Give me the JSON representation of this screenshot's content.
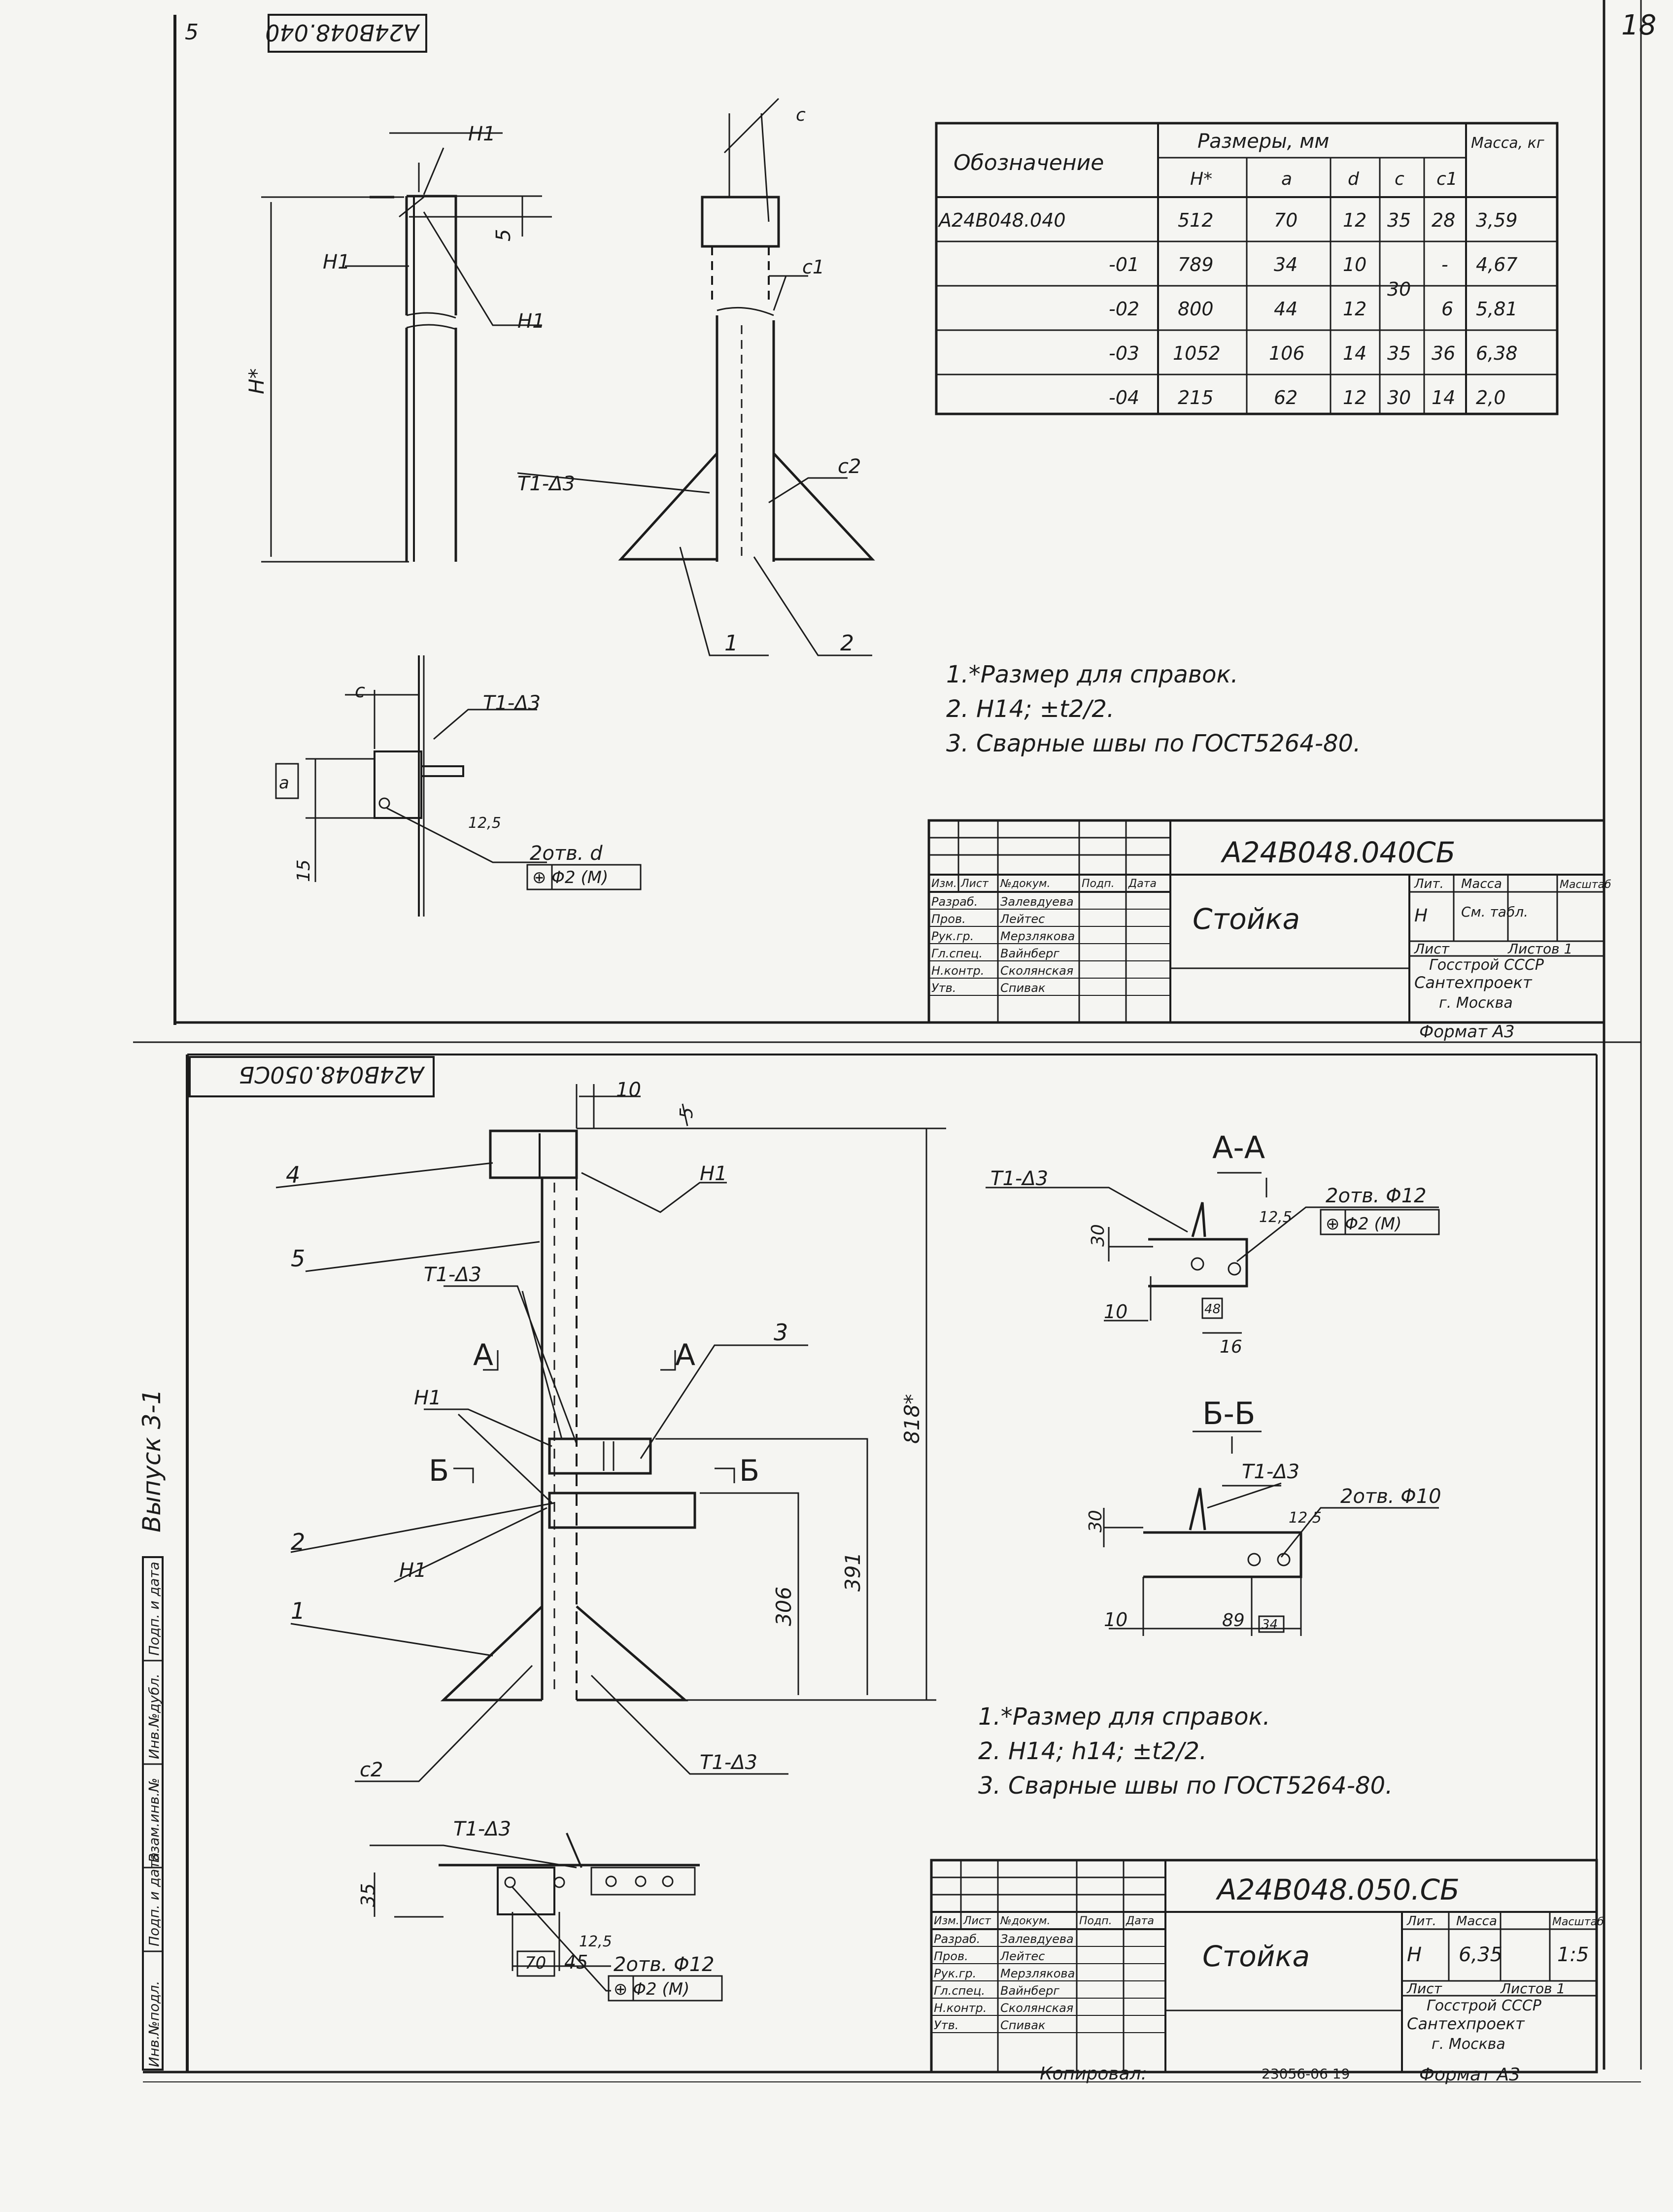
{
  "page_number": "18",
  "side": {
    "vypusk": "Выпуск 3-1",
    "stamp_cols": [
      "Инв.№подл.",
      "Подп. и дата",
      "Взам.инв.№",
      "Инв.№дубл.",
      "Подп. и дата"
    ]
  },
  "sheet1": {
    "top_code_mirrored": "А24В048.040",
    "top_number": "5",
    "table": {
      "h_designation": "Обозначение",
      "h_dims": "Размеры, мм",
      "h_mass": "Масса, кг",
      "subheaders": [
        "H*",
        "a",
        "d",
        "c",
        "c1"
      ],
      "rows": [
        {
          "des": "А24В048.040",
          "H": "512",
          "a": "70",
          "d": "12",
          "c": "35",
          "c1": "28",
          "m": "3,59"
        },
        {
          "des": "-01",
          "H": "789",
          "a": "34",
          "d": "10",
          "c": "",
          "c1": "-",
          "m": "4,67"
        },
        {
          "des": "-02",
          "H": "800",
          "a": "44",
          "d": "12",
          "c": "30",
          "c1": "6",
          "m": "5,81"
        },
        {
          "des": "-03",
          "H": "1052",
          "a": "106",
          "d": "14",
          "c": "35",
          "c1": "36",
          "m": "6,38"
        },
        {
          "des": "-04",
          "H": "215",
          "a": "62",
          "d": "12",
          "c": "30",
          "c1": "14",
          "m": "2,0"
        }
      ]
    },
    "labels": {
      "h1a": "H1",
      "h1b": "H1",
      "h1c": "H1",
      "five": "5",
      "hstar": "H*",
      "c1": "c1",
      "weld": "T1-Δ3",
      "c2": "c2",
      "p1": "1",
      "p2": "2",
      "c": "c",
      "a": "a",
      "fifteen": "15",
      "r125": "12,5",
      "holes": "2отв. d",
      "tol": "⊕ Φ2 (M)"
    },
    "notes": [
      "1.*Размер для справок.",
      "2. H14; ±t2/2.",
      "3. Сварные швы по ГОСТ5264-80."
    ],
    "title_block": {
      "code": "А24В048.040СБ",
      "name": "Стойка",
      "heads": [
        "Изм.",
        "Лист",
        "№докум.",
        "Подп.",
        "Дата"
      ],
      "roles": [
        "Разраб.",
        "Пров.",
        "Рук.гр.",
        "Гл.спец.",
        "Н.контр.",
        "Утв."
      ],
      "people": [
        "Залевдуева",
        "Лейтес",
        "Мерзлякова",
        "Вайнберг",
        "Сколянская",
        "Спивак"
      ],
      "lit": "Лит.",
      "mass": "Масса",
      "scale": "Масштаб",
      "lit_val": "Н",
      "mass_val": "См. табл.",
      "sheet": "Лист",
      "sheets": "Листов 1",
      "org": [
        "Госстрой СССР",
        "Сантехпроект",
        "г. Москва"
      ],
      "format": "Формат А3"
    }
  },
  "sheet2": {
    "top_code_mirrored": "А24В048.050СБ",
    "sections": {
      "aa": "А-А",
      "bb": "Б-Б"
    },
    "labels": {
      "ten": "10",
      "five": "5",
      "p4": "4",
      "h1top": "H1",
      "p5": "5",
      "weld1": "T1-Δ3",
      "A": "А",
      "p3": "3",
      "h1mid": "H1",
      "B": "Б",
      "p2": "2",
      "h1low": "H1",
      "p1": "1",
      "d818": "818*",
      "d391": "391",
      "d306": "306",
      "c2": "c2",
      "weld2": "T1-Δ3",
      "weld3": "T1-Δ3",
      "d35": "35",
      "d70": "70",
      "d45": "45",
      "r125": "12,5",
      "holes12": "2отв. Φ12",
      "tol": "⊕ Φ2 (M)",
      "aa_weld": "T1-Δ3",
      "aa_30": "30",
      "aa_10": "10",
      "aa_box": "48",
      "aa_16": "16",
      "aa_r": "12,5",
      "aa_holes": "2отв. Φ12",
      "aa_tol": "⊕ Φ2 (M)",
      "bb_weld": "T1-Δ3",
      "bb_30": "30",
      "bb_r": "12,5",
      "bb_holes": "2отв. Φ10",
      "bb_10": "10",
      "bb_89": "89",
      "bb_34": "34"
    },
    "notes": [
      "1.*Размер для справок.",
      "2. H14; h14; ±t2/2.",
      "3. Сварные швы по ГОСТ5264-80."
    ],
    "title_block": {
      "code": "А24В048.050.СБ",
      "name": "Стойка",
      "heads": [
        "Изм.",
        "Лист",
        "№докум.",
        "Подп.",
        "Дата"
      ],
      "roles": [
        "Разраб.",
        "Пров.",
        "Рук.гр.",
        "Гл.спец.",
        "Н.контр.",
        "Утв."
      ],
      "people": [
        "Залевдуева",
        "Лейтес",
        "Мерзлякова",
        "Вайнберг",
        "Сколянская",
        "Спивак"
      ],
      "lit": "Лит.",
      "mass": "Масса",
      "scale": "Масштаб",
      "lit_val": "Н",
      "mass_val": "6,35",
      "scale_val": "1:5",
      "sheet": "Лист",
      "sheets": "Листов 1",
      "org": [
        "Госстрой СССР",
        "Сантехпроект",
        "г. Москва"
      ],
      "copied": "Копировал:",
      "order": "23056-06   19",
      "format": "Формат А3"
    }
  }
}
